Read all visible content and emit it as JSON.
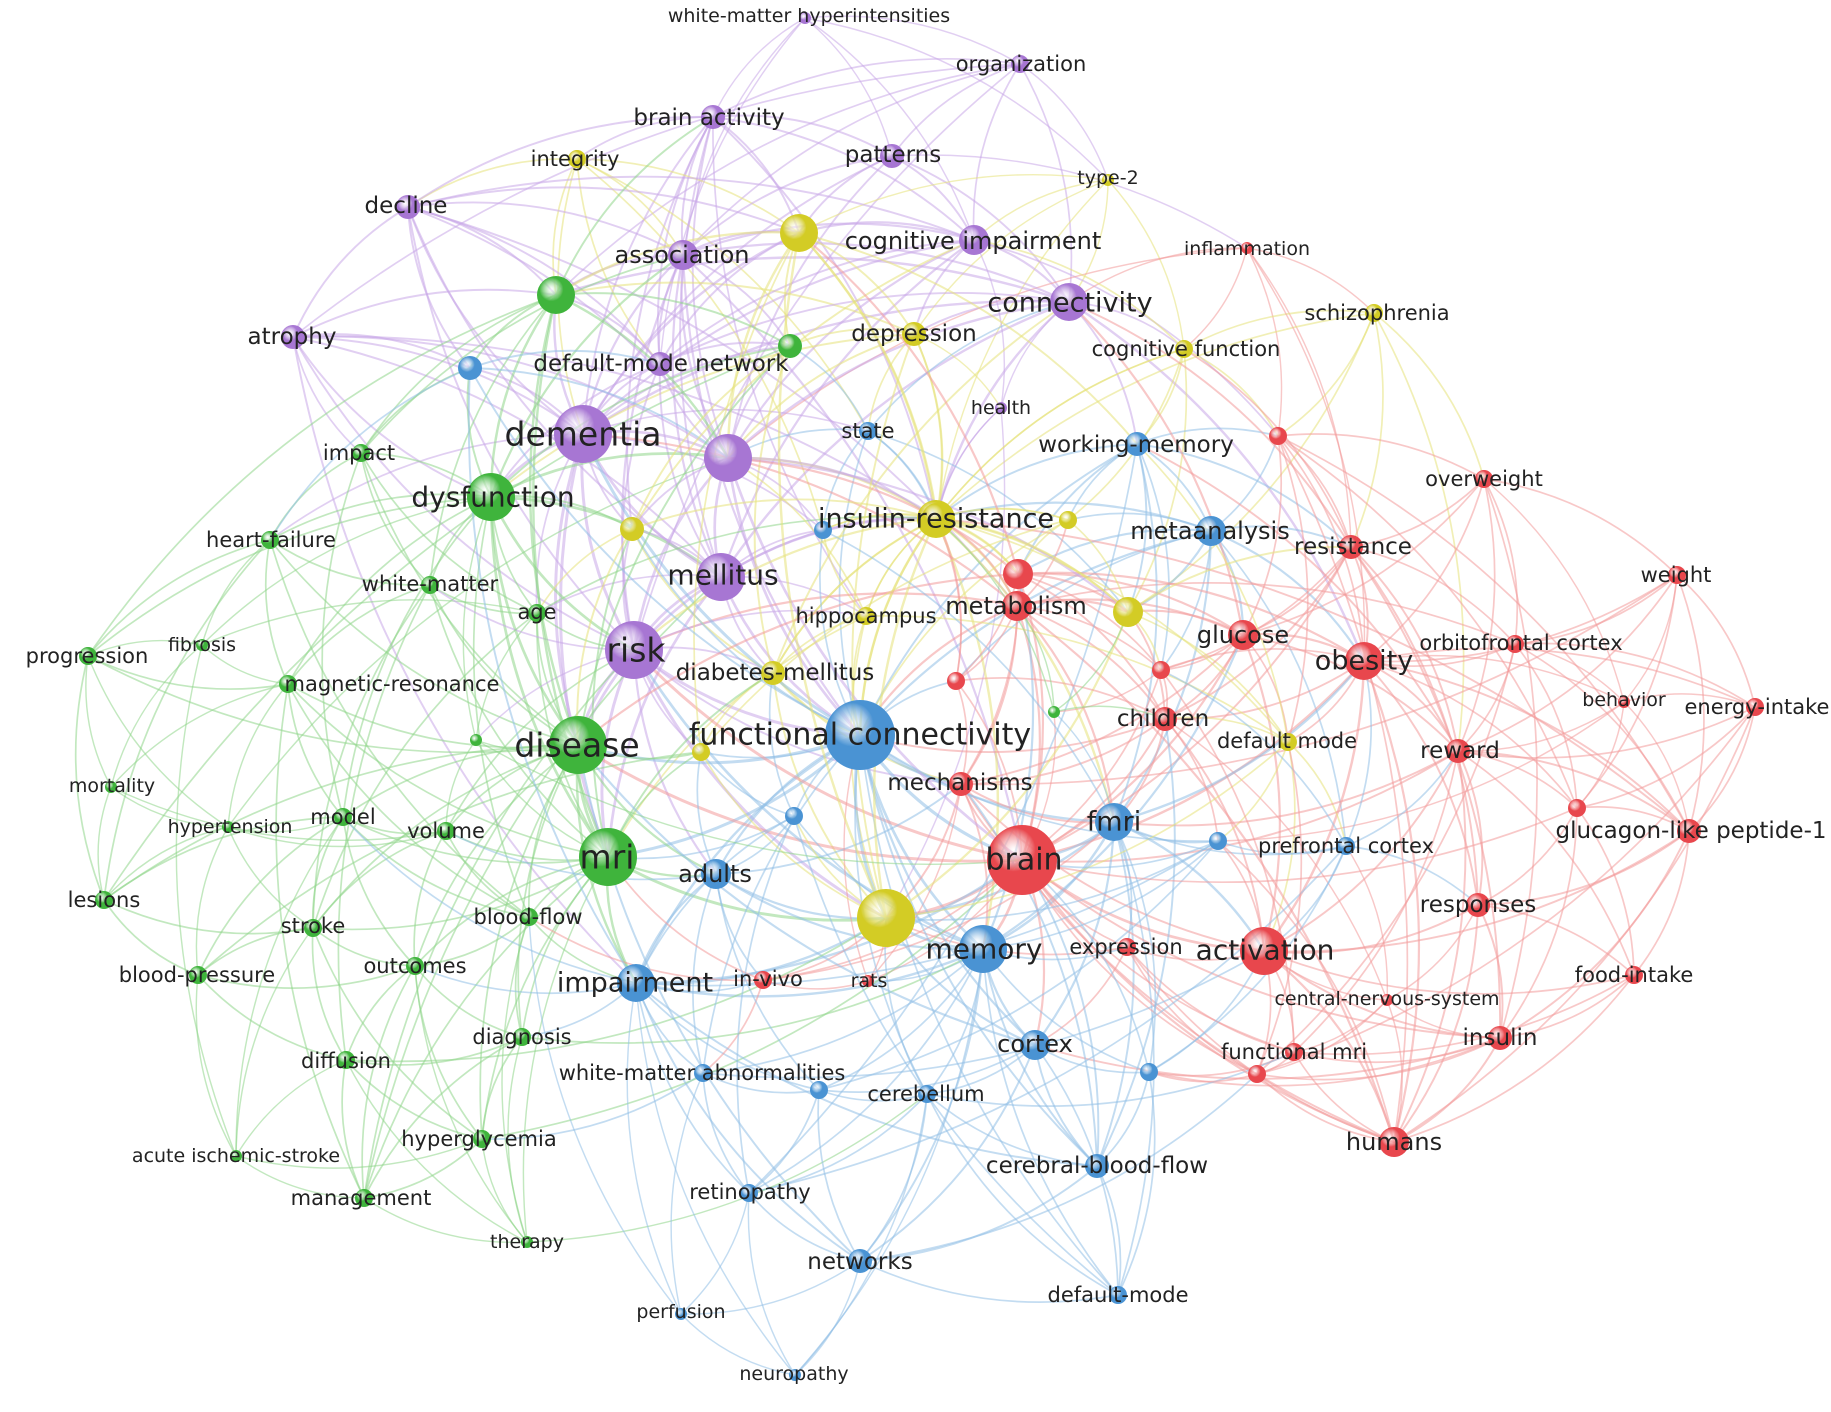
{
  "clusters": {
    "red": {
      "color": "#e8474d",
      "edge": "#f39a9a"
    },
    "green": {
      "color": "#3fb43c",
      "edge": "#8fd68a"
    },
    "blue": {
      "color": "#4a93d3",
      "edge": "#92bfe6"
    },
    "yellow": {
      "color": "#d3cc25",
      "edge": "#e6e27a"
    },
    "purple": {
      "color": "#a776d3",
      "edge": "#c9a8e8"
    }
  },
  "nodes": [
    {
      "label": "white-matter hyperintensities",
      "cluster": "purple",
      "size": 1
    },
    {
      "label": "organization",
      "cluster": "purple",
      "size": 2
    },
    {
      "label": "brain activity",
      "cluster": "purple",
      "size": 3
    },
    {
      "label": "integrity",
      "cluster": "yellow",
      "size": 2
    },
    {
      "label": "patterns",
      "cluster": "purple",
      "size": 3
    },
    {
      "label": "type-2",
      "cluster": "yellow",
      "size": 1
    },
    {
      "label": "decline",
      "cluster": "purple",
      "size": 3
    },
    {
      "label": "cognitive impairment",
      "cluster": "purple",
      "size": 4
    },
    {
      "label": "inflammation",
      "cluster": "red",
      "size": 1
    },
    {
      "label": "association",
      "cluster": "purple",
      "size": 4
    },
    {
      "label": "connectivity",
      "cluster": "purple",
      "size": 5
    },
    {
      "label": "schizophrenia",
      "cluster": "yellow",
      "size": 2
    },
    {
      "label": "atrophy",
      "cluster": "purple",
      "size": 3
    },
    {
      "label": "depression",
      "cluster": "yellow",
      "size": 3
    },
    {
      "label": "cognitive function",
      "cluster": "yellow",
      "size": 2
    },
    {
      "label": "default-mode network",
      "cluster": "purple",
      "size": 3
    },
    {
      "label": "health",
      "cluster": "purple",
      "size": 1
    },
    {
      "label": "state",
      "cluster": "blue",
      "size": 2
    },
    {
      "label": "working-memory",
      "cluster": "blue",
      "size": 3
    },
    {
      "label": "dementia",
      "cluster": "purple",
      "size": 7
    },
    {
      "label": "impact",
      "cluster": "green",
      "size": 2
    },
    {
      "label": "overweight",
      "cluster": "red",
      "size": 2
    },
    {
      "label": "dysfunction",
      "cluster": "green",
      "size": 6
    },
    {
      "label": "insulin-resistance",
      "cluster": "yellow",
      "size": 5
    },
    {
      "label": "heart-failure",
      "cluster": "green",
      "size": 2
    },
    {
      "label": "metaanalysis",
      "cluster": "blue",
      "size": 4
    },
    {
      "label": "resistance",
      "cluster": "red",
      "size": 3
    },
    {
      "label": "weight",
      "cluster": "red",
      "size": 2
    },
    {
      "label": "mellitus",
      "cluster": "purple",
      "size": 6
    },
    {
      "label": "white-matter",
      "cluster": "green",
      "size": 2
    },
    {
      "label": "age",
      "cluster": "green",
      "size": 2
    },
    {
      "label": "hippocampus",
      "cluster": "yellow",
      "size": 2
    },
    {
      "label": "metabolism",
      "cluster": "red",
      "size": 4
    },
    {
      "label": "glucose",
      "cluster": "red",
      "size": 4
    },
    {
      "label": "orbitofrontal cortex",
      "cluster": "red",
      "size": 2
    },
    {
      "label": "progression",
      "cluster": "green",
      "size": 2
    },
    {
      "label": "fibrosis",
      "cluster": "green",
      "size": 1
    },
    {
      "label": "risk",
      "cluster": "purple",
      "size": 7
    },
    {
      "label": "obesity",
      "cluster": "red",
      "size": 5
    },
    {
      "label": "diabetes-mellitus",
      "cluster": "yellow",
      "size": 3
    },
    {
      "label": "magnetic-resonance",
      "cluster": "green",
      "size": 2
    },
    {
      "label": "behavior",
      "cluster": "red",
      "size": 1
    },
    {
      "label": "energy-intake",
      "cluster": "red",
      "size": 2
    },
    {
      "label": "children",
      "cluster": "red",
      "size": 3
    },
    {
      "label": "functional connectivity",
      "cluster": "blue",
      "size": 8
    },
    {
      "label": "default mode",
      "cluster": "yellow",
      "size": 2
    },
    {
      "label": "disease",
      "cluster": "green",
      "size": 7
    },
    {
      "label": "reward",
      "cluster": "red",
      "size": 3
    },
    {
      "label": "mechanisms",
      "cluster": "red",
      "size": 3
    },
    {
      "label": "mortality",
      "cluster": "green",
      "size": 1
    },
    {
      "label": "model",
      "cluster": "green",
      "size": 2
    },
    {
      "label": "hypertension",
      "cluster": "green",
      "size": 1
    },
    {
      "label": "volume",
      "cluster": "green",
      "size": 2
    },
    {
      "label": "fmri",
      "cluster": "blue",
      "size": 5
    },
    {
      "label": "glucagon-like peptide-1",
      "cluster": "red",
      "size": 3
    },
    {
      "label": "prefrontal cortex",
      "cluster": "blue",
      "size": 2
    },
    {
      "label": "mri",
      "cluster": "green",
      "size": 7
    },
    {
      "label": "brain",
      "cluster": "red",
      "size": 8
    },
    {
      "label": "adults",
      "cluster": "blue",
      "size": 4
    },
    {
      "label": "lesions",
      "cluster": "green",
      "size": 2
    },
    {
      "label": "responses",
      "cluster": "red",
      "size": 3
    },
    {
      "label": "blood-flow",
      "cluster": "green",
      "size": 2
    },
    {
      "label": "stroke",
      "cluster": "green",
      "size": 2
    },
    {
      "label": "memory",
      "cluster": "blue",
      "size": 6
    },
    {
      "label": "expression",
      "cluster": "red",
      "size": 2
    },
    {
      "label": "activation",
      "cluster": "red",
      "size": 6
    },
    {
      "label": "outcomes",
      "cluster": "green",
      "size": 2
    },
    {
      "label": "blood-pressure",
      "cluster": "green",
      "size": 2
    },
    {
      "label": "food-intake",
      "cluster": "red",
      "size": 2
    },
    {
      "label": "impairment",
      "cluster": "blue",
      "size": 5
    },
    {
      "label": "in-vivo",
      "cluster": "red",
      "size": 2
    },
    {
      "label": "rats",
      "cluster": "red",
      "size": 1
    },
    {
      "label": "central-nervous-system",
      "cluster": "red",
      "size": 1
    },
    {
      "label": "insulin",
      "cluster": "red",
      "size": 3
    },
    {
      "label": "diagnosis",
      "cluster": "green",
      "size": 2
    },
    {
      "label": "cortex",
      "cluster": "blue",
      "size": 4
    },
    {
      "label": "functional mri",
      "cluster": "red",
      "size": 2
    },
    {
      "label": "diffusion",
      "cluster": "green",
      "size": 2
    },
    {
      "label": "white-matter abnormalities",
      "cluster": "blue",
      "size": 2
    },
    {
      "label": "cerebellum",
      "cluster": "blue",
      "size": 2
    },
    {
      "label": "hyperglycemia",
      "cluster": "green",
      "size": 2
    },
    {
      "label": "humans",
      "cluster": "red",
      "size": 4
    },
    {
      "label": "acute ischemic-stroke",
      "cluster": "green",
      "size": 1
    },
    {
      "label": "cerebral-blood-flow",
      "cluster": "blue",
      "size": 3
    },
    {
      "label": "management",
      "cluster": "green",
      "size": 2
    },
    {
      "label": "retinopathy",
      "cluster": "blue",
      "size": 2
    },
    {
      "label": "therapy",
      "cluster": "green",
      "size": 1
    },
    {
      "label": "networks",
      "cluster": "blue",
      "size": 3
    },
    {
      "label": "perfusion",
      "cluster": "blue",
      "size": 1
    },
    {
      "label": "default-mode",
      "cluster": "blue",
      "size": 2
    },
    {
      "label": "neuropathy",
      "cluster": "blue",
      "size": 1
    },
    {
      "label": "",
      "cluster": "yellow",
      "size": 5
    },
    {
      "label": "",
      "cluster": "green",
      "size": 5
    },
    {
      "label": "",
      "cluster": "purple",
      "size": 6
    },
    {
      "label": "",
      "cluster": "yellow",
      "size": 4
    },
    {
      "label": "",
      "cluster": "blue",
      "size": 3
    },
    {
      "label": "",
      "cluster": "green",
      "size": 3
    },
    {
      "label": "",
      "cluster": "yellow",
      "size": 2
    },
    {
      "label": "",
      "cluster": "yellow",
      "size": 3
    },
    {
      "label": "",
      "cluster": "red",
      "size": 4
    },
    {
      "label": "",
      "cluster": "yellow",
      "size": 4
    },
    {
      "label": "",
      "cluster": "yellow",
      "size": 7
    },
    {
      "label": "",
      "cluster": "red",
      "size": 2
    },
    {
      "label": "",
      "cluster": "blue",
      "size": 2
    },
    {
      "label": "",
      "cluster": "blue",
      "size": 2
    },
    {
      "label": "",
      "cluster": "blue",
      "size": 2
    },
    {
      "label": "",
      "cluster": "blue",
      "size": 2
    },
    {
      "label": "",
      "cluster": "red",
      "size": 2
    },
    {
      "label": "",
      "cluster": "red",
      "size": 2
    },
    {
      "label": "",
      "cluster": "blue",
      "size": 2
    },
    {
      "label": "",
      "cluster": "red",
      "size": 2
    },
    {
      "label": "",
      "cluster": "green",
      "size": 1
    },
    {
      "label": "",
      "cluster": "red",
      "size": 2
    },
    {
      "label": "",
      "cluster": "yellow",
      "size": 2
    },
    {
      "label": "",
      "cluster": "green",
      "size": 1
    }
  ]
}
